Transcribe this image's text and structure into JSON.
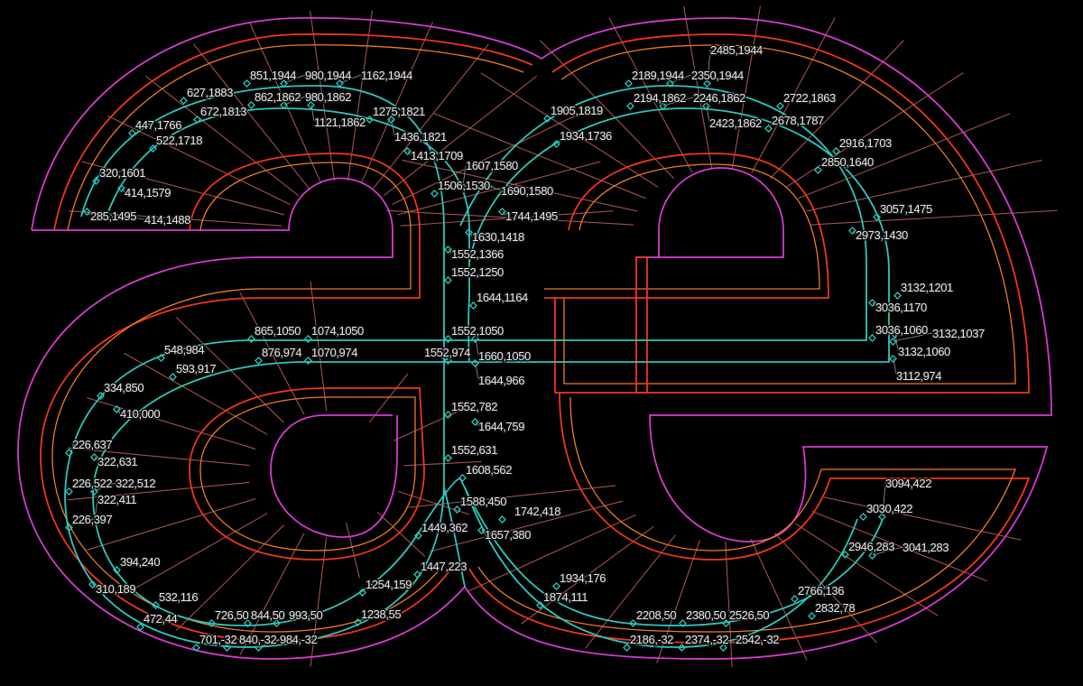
{
  "title": "Glyph outline construction: ae ligature",
  "colors": {
    "outline": "#d63ad0",
    "offset_outer": "#f0361a",
    "offset_inner": "#f07a22",
    "centerline": "#2cc7bd",
    "construction": "#c0605a",
    "label": "#e8e8e8",
    "background": "#000000"
  },
  "labels": [
    "627,1883",
    "851,1944",
    "980,1944",
    "1162,1944",
    "862,1862",
    "980,1862",
    "1121,1862",
    "672,1813",
    "447,1766",
    "522,1718",
    "1275,1821",
    "1436,1821",
    "1413,1709",
    "320,1601",
    "414,1579",
    "285,1495",
    "414,1488",
    "1506,1530",
    "1607,1580",
    "1690,1580",
    "1744,1495",
    "1630,1418",
    "1552,1366",
    "1552,1250",
    "1644,1164",
    "1552,1050",
    "1660,1050",
    "1552,974",
    "1644,966",
    "865,1050",
    "1074,1050",
    "548,984",
    "876,974",
    "1070,974",
    "593,917",
    "334,850",
    "410,000",
    "226,637",
    "322,631",
    "226,522",
    "322,512",
    "226,397",
    "322,411",
    "1552,782",
    "1644,759",
    "1552,631",
    "1608,562",
    "1588,450",
    "1742,418",
    "1657,380",
    "1449,362",
    "394,240",
    "310,189",
    "1447,223",
    "1254,159",
    "532,116",
    "472,44",
    "726,50",
    "844,50",
    "993,50",
    "1238,55",
    "701,-32",
    "840,-32",
    "984,-32",
    "2189,1944",
    "2350,1944",
    "2485,1944",
    "2194,1862",
    "2246,1862",
    "2423,1862",
    "2722,1863",
    "1905,1819",
    "2678,1787",
    "1934,1736",
    "2916,1703",
    "2850,1640",
    "3057,1475",
    "2973,1430",
    "3132,1201",
    "3036,1170",
    "3036,1060",
    "3132,1060",
    "3132,1037",
    "3112,974",
    "1934,176",
    "1874,111",
    "2208,50",
    "2380,50",
    "2526,50",
    "2186,-32",
    "2374,-32",
    "2542,-32",
    "2766,136",
    "2832,78",
    "2946,283",
    "3041,283",
    "3030,422",
    "3094,422"
  ]
}
